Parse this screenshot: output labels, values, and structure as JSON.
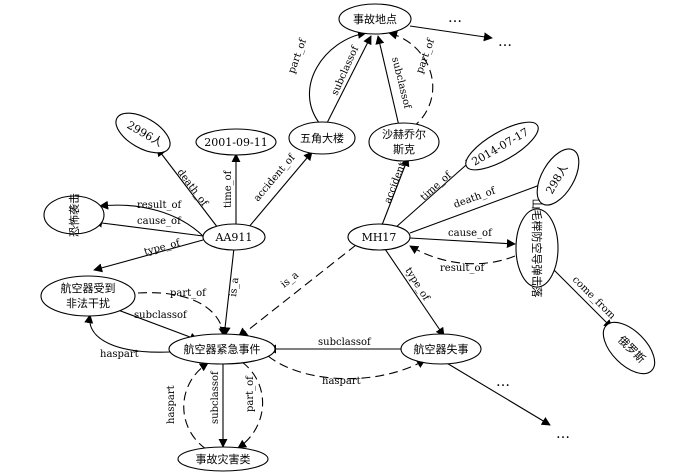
{
  "nodes": {
    "accident_site": "事故地点",
    "pentagon": "五角大楼",
    "shaksville_1": "沙赫乔尔",
    "shaksville_2": "斯克",
    "death_2996": "2996人",
    "date_2001": "2001-09-11",
    "date_2014": "2014-07-17",
    "death_298": "298人",
    "terror_attack": "恐怖袭击",
    "aa911": "AA911",
    "mh17": "MH17",
    "missile": "山毛榉防空导弹击落",
    "interference_1": "航空器受到",
    "interference_2": "非法干扰",
    "russia": "俄罗斯",
    "emergency": "航空器紧急事件",
    "aircraft_accident": "航空器失事",
    "disaster_class": "事故灾害类"
  },
  "edges": {
    "part_of": "part_of",
    "subclassof": "subclassof",
    "death_of": "death_of",
    "time_of": "time_of",
    "accident_of": "accident_of",
    "result_of": "result_of",
    "cause_of": "cause_of",
    "type_of": "type_of",
    "is_a": "is_a",
    "haspart": "haspart",
    "come_from": "come_from"
  },
  "ellipsis": "…"
}
